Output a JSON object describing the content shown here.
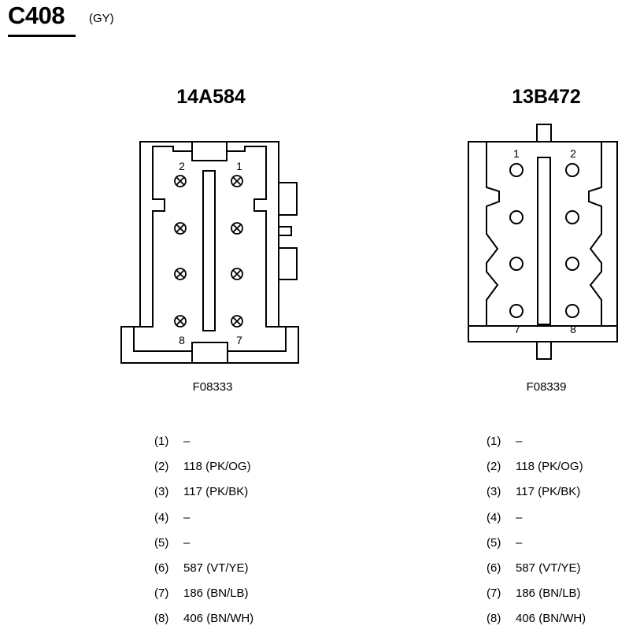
{
  "header": {
    "connector_id": "C408",
    "color_code": "(GY)"
  },
  "left_connector": {
    "name": "14A584",
    "figure_id": "F08333",
    "pin_labels": {
      "top_left": "2",
      "top_right": "1",
      "bottom_left": "8",
      "bottom_right": "7"
    },
    "pins": [
      {
        "num": "(1)",
        "circuit": "–"
      },
      {
        "num": "(2)",
        "circuit": "118 (PK/OG)"
      },
      {
        "num": "(3)",
        "circuit": "117 (PK/BK)"
      },
      {
        "num": "(4)",
        "circuit": "–"
      },
      {
        "num": "(5)",
        "circuit": "–"
      },
      {
        "num": "(6)",
        "circuit": "587 (VT/YE)"
      },
      {
        "num": "(7)",
        "circuit": "186 (BN/LB)"
      },
      {
        "num": "(8)",
        "circuit": "406 (BN/WH)"
      }
    ]
  },
  "right_connector": {
    "name": "13B472",
    "figure_id": "F08339",
    "pin_labels": {
      "top_left": "1",
      "top_right": "2",
      "bottom_left": "7",
      "bottom_right": "8"
    },
    "pins": [
      {
        "num": "(1)",
        "circuit": "–"
      },
      {
        "num": "(2)",
        "circuit": "118 (PK/OG)"
      },
      {
        "num": "(3)",
        "circuit": "117 (PK/BK)"
      },
      {
        "num": "(4)",
        "circuit": "–"
      },
      {
        "num": "(5)",
        "circuit": "–"
      },
      {
        "num": "(6)",
        "circuit": "587 (VT/YE)"
      },
      {
        "num": "(7)",
        "circuit": "186 (BN/LB)"
      },
      {
        "num": "(8)",
        "circuit": "406 (BN/WH)"
      }
    ]
  }
}
